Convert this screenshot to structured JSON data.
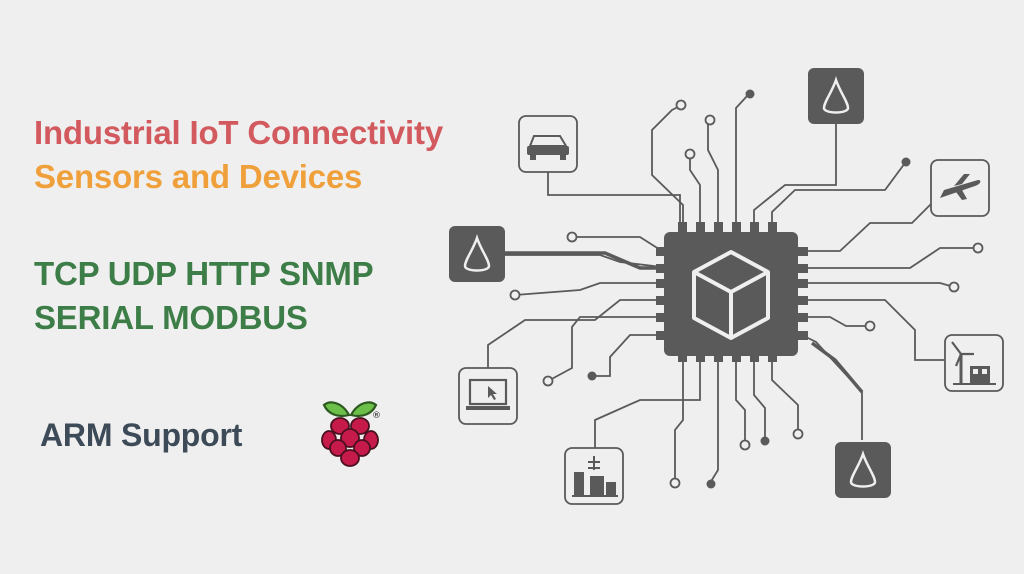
{
  "headline": {
    "line1": "Industrial IoT Connectivity",
    "line2": "Sensors and Devices"
  },
  "protocols": {
    "line1": "TCP UDP HTTP SNMP",
    "line2": "SERIAL MODBUS"
  },
  "arm": {
    "label": "ARM Support",
    "logo_icon": "raspberry-pi-logo",
    "registered_mark": "®"
  },
  "icons": [
    "chip-icon",
    "cube-icon",
    "car-icon",
    "airplane-icon",
    "laptop-icon",
    "wind-turbine-icon",
    "factory-tree-icon",
    "sensor-cone-icon"
  ],
  "colors": {
    "background": "#efefef",
    "headline_line1": "#d25a5f",
    "headline_line2": "#f0a03a",
    "protocols": "#3d7d47",
    "arm_label": "#3d4a57",
    "circuit": "#5a5a5a",
    "raspberry_red": "#c51a4a",
    "raspberry_leaf": "#6cc04a"
  }
}
